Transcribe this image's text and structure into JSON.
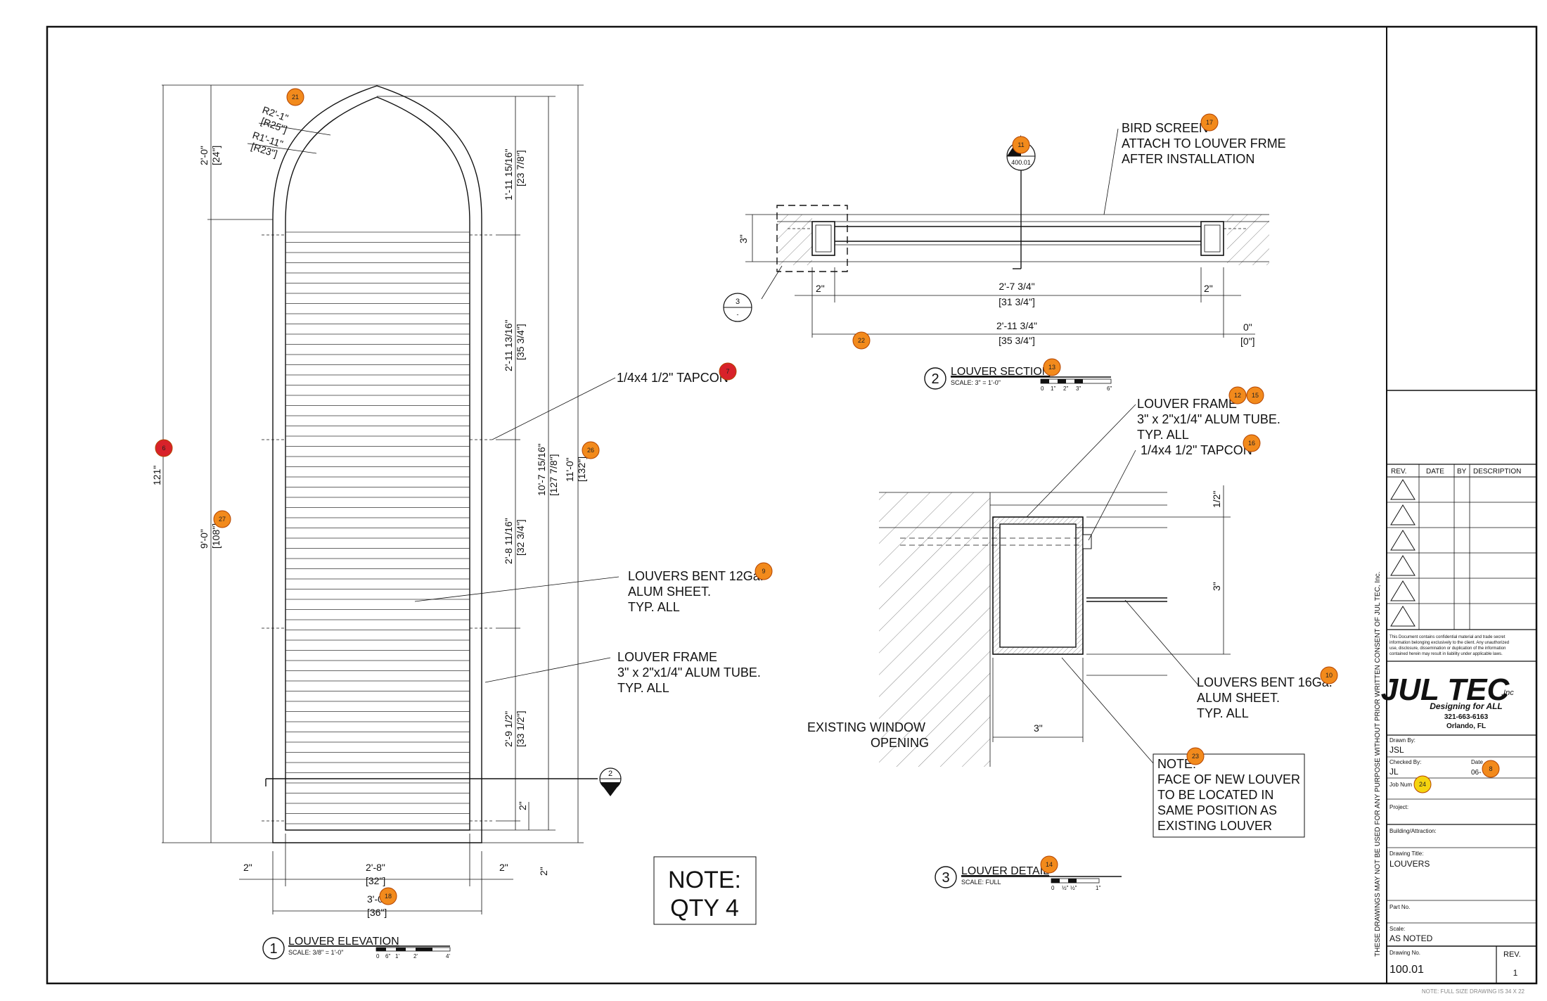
{
  "elevation": {
    "title": "LOUVER ELEVATION",
    "number": "1",
    "scale": "SCALE: 3/8\" = 1'-0\"",
    "scale_ticks": [
      "0",
      "6\"",
      "1'",
      "2'",
      "4'"
    ],
    "dims": {
      "r2": "R2'-1\"",
      "r2b": "[R25\"]",
      "r1": "R1'-11\"",
      "r1b": "[R23\"]",
      "top_left": "2'-0\"",
      "top_left_b": "[24\"]",
      "total_left": "121\"",
      "lower_left": "9'-0\"",
      "lower_left_b": "[108\"]",
      "seg1": "1'-11 15/16\"",
      "seg1b": "[23 7/8\"]",
      "seg2": "2'-11 13/16\"",
      "seg2b": "[35 3/4\"]",
      "seg3": "2'-8 11/16\"",
      "seg3b": "[32 3/4\"]",
      "seg4": "2'-9 1/2\"",
      "seg4b": "[33 1/2\"]",
      "seg5": "2\"",
      "mid_total": "10'-7 15/16\"",
      "mid_total_b": "[127 7/8\"]",
      "overall": "11'-0\"",
      "overall_b": "[132\"]",
      "bottom_left": "2\"",
      "bottom_right": "2\"",
      "bottom_far": "2\"",
      "width_in": "2'-8\"",
      "width_in_b": "[32\"]",
      "width_out": "3'-0\"",
      "width_out_b": "[36\"]"
    },
    "notes": {
      "tapcon": "1/4x4 1/2\" TAPCON",
      "louvers_1": "LOUVERS BENT 12Ga.",
      "louvers_2": "ALUM SHEET.",
      "louvers_3": "TYP.  ALL",
      "frame_1": "LOUVER FRAME",
      "frame_2": "3\" x 2\"x1/4\" ALUM TUBE.",
      "frame_3": "TYP. ALL"
    },
    "section_callout": {
      "num": "2",
      "sheet": "-"
    }
  },
  "section": {
    "title": "LOUVER SECTION",
    "number": "2",
    "scale": "SCALE: 3\" = 1'-0\"",
    "scale_ticks": [
      "0",
      "1\"",
      "2\"",
      "3\"",
      "6\""
    ],
    "dims": {
      "height": "3\"",
      "left": "2\"",
      "right": "2\"",
      "inner": "2'-7 3/4\"",
      "inner_b": "[31 3/4\"]",
      "outer": "2'-11 3/4\"",
      "outer_b": "[35 3/4\"]",
      "zero": "0\"",
      "zero_b": "[0\"]"
    },
    "notes": {
      "bird_1": "BIRD SCREEN",
      "bird_2": "ATTACH TO LOUVER FRME",
      "bird_3": "AFTER INSTALLATION"
    },
    "section_mark": {
      "sheet": "400.01"
    },
    "detail_callout": {
      "num": "3",
      "sheet": "-"
    }
  },
  "detail": {
    "title": "LOUVER DETAIL",
    "number": "3",
    "scale": "SCALE: FULL",
    "scale_ticks": [
      "0",
      "½\"",
      "½\"",
      "1\""
    ],
    "dims": {
      "top": "1/2\"",
      "side": "3\"",
      "bottom": "3\""
    },
    "notes": {
      "frame_1": "LOUVER FRAME",
      "frame_2": "3\" x 2\"x1/4\" ALUM TUBE.",
      "frame_3": "TYP. ALL",
      "tapcon": "1/4x4 1/2\" TAPCON",
      "louvers_1": "LOUVERS BENT 16Ga.",
      "louvers_2": "ALUM SHEET.",
      "louvers_3": "TYP.   ALL",
      "window_1": "EXISTING WINDOW",
      "window_2": "OPENING",
      "note_1": "NOTE:",
      "note_2": "FACE OF NEW LOUVER",
      "note_3": "TO BE LOCATED IN",
      "note_4": "SAME POSITION AS",
      "note_5": "EXISTING LOUVER"
    }
  },
  "qty_note": {
    "line1": "NOTE:",
    "line2": "QTY 4"
  },
  "title_block": {
    "rev_headers": [
      "REV.",
      "DATE",
      "BY",
      "DESCRIPTION"
    ],
    "confidential": [
      "This Document contains confidential material and trade secret",
      "information belonging exclusively to the client. Any unauthorized",
      "use, disclosure, dissemination or duplication of the information",
      "contained herein may result in liability under applicable laws."
    ],
    "company": "JUL TEC",
    "company_suffix": ",Inc",
    "tagline": "Designing for ALL",
    "phone": "321-663-6163",
    "city": "Orlando, FL",
    "drawn_by_label": "Drawn By:",
    "drawn_by": "JSL",
    "checked_by_label": "Checked By:",
    "checked_by": "JL",
    "date_label": "Date",
    "date": "06-",
    "job_label": "Job Num",
    "project_label": "Project:",
    "building_label": "Building/Attraction:",
    "drawing_title_label": "Drawing Title:",
    "drawing_title": "LOUVERS",
    "part_label": "Part No.",
    "scale_label": "Scale:",
    "scale": "AS NOTED",
    "drawing_no_label": "Drawing No.",
    "drawing_no": "100.01",
    "rev_label": "REV.",
    "rev": "1",
    "vertical_note": "THESE DRAWINGS MAY NOT BE USED FOR ANY PURPOSE WITHOUT PRIOR WRITTEN CONSENT OF JUL TEC, Inc."
  },
  "footer": "NOTE: FULL SIZE DRAWING IS 34 X 22",
  "markers": [
    "21",
    "6",
    "27",
    "7",
    "9",
    "26",
    "18",
    "17",
    "11",
    "13",
    "22",
    "12",
    "15",
    "16",
    "10",
    "23",
    "8",
    "24",
    "14"
  ],
  "colors": {
    "marker_orange": "#f28a1c",
    "marker_red": "#d8222a",
    "marker_yellow": "#f5d40f"
  }
}
